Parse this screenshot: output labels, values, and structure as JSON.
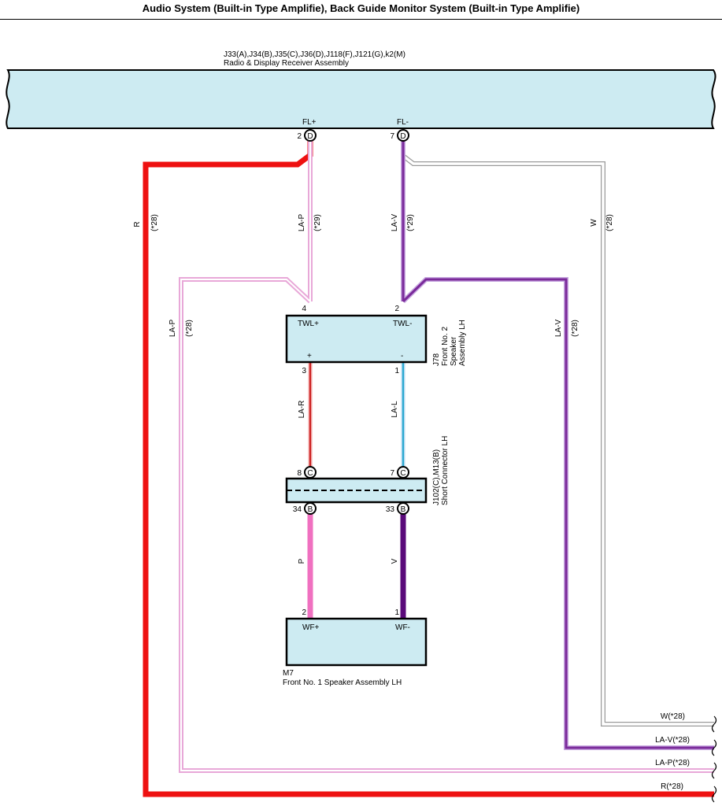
{
  "title": "Audio System (Built-in Type Amplifie), Back Guide Monitor System (Built-in Type Amplifie)",
  "receiver": {
    "connectors": "J33(A),J34(B),J35(C),J36(D),J118(F),J121(G),k2(M)",
    "name": "Radio & Display Receiver Assembly",
    "pin_fl_plus": {
      "label": "FL+",
      "num": "2",
      "conn": "D"
    },
    "pin_fl_minus": {
      "label": "FL-",
      "num": "7",
      "conn": "D"
    }
  },
  "speaker2": {
    "code": "J78",
    "name_line1": "Front No. 2",
    "name_line2": "Speaker",
    "name_line3": "Assembly LH",
    "term_plus": "TWL+",
    "term_minus": "TWL-",
    "pol_plus": "+",
    "pol_minus": "-",
    "pin_top_plus": "4",
    "pin_top_minus": "2",
    "pin_bot_plus": "3",
    "pin_bot_minus": "1"
  },
  "short_connector": {
    "code": "J102(C),M13(B)",
    "name": "Short Connector LH",
    "pin_top_plus": {
      "num": "8",
      "conn": "C"
    },
    "pin_top_minus": {
      "num": "7",
      "conn": "C"
    },
    "pin_bot_plus": {
      "num": "34",
      "conn": "B"
    },
    "pin_bot_minus": {
      "num": "33",
      "conn": "B"
    }
  },
  "speaker1": {
    "code": "M7",
    "name": "Front No. 1 Speaker Assembly LH",
    "term_plus": "WF+",
    "term_minus": "WF-",
    "pin_plus": "2",
    "pin_minus": "1"
  },
  "wires": {
    "r": {
      "color": "R",
      "note": "(*28)",
      "hex": "#ee1111"
    },
    "lap_top": {
      "color": "LA-P",
      "note": "(*29)",
      "hex": "#e8a8d8"
    },
    "lav_top": {
      "color": "LA-V",
      "note": "(*29)",
      "hex": "#7a2a9a"
    },
    "w": {
      "color": "W",
      "note": "(*28)",
      "hex": "#dddddd"
    },
    "lap_left": {
      "color": "LA-P",
      "note": "(*28)",
      "hex": "#e8a8d8"
    },
    "lav_right": {
      "color": "LA-V",
      "note": "(*28)",
      "hex": "#7a2a9a"
    },
    "lar": {
      "color": "LA-R",
      "hex": "#cc2222"
    },
    "lal": {
      "color": "LA-L",
      "hex": "#2aa8d0"
    },
    "p": {
      "color": "P",
      "hex": "#f070c0"
    },
    "v": {
      "color": "V",
      "hex": "#5a0a7a"
    }
  },
  "right_edge_labels": {
    "w": "W(*28)",
    "lav": "LA-V(*28)",
    "lap": "LA-P(*28)",
    "r": "R(*28)"
  },
  "component_fill": "#cdebf2"
}
